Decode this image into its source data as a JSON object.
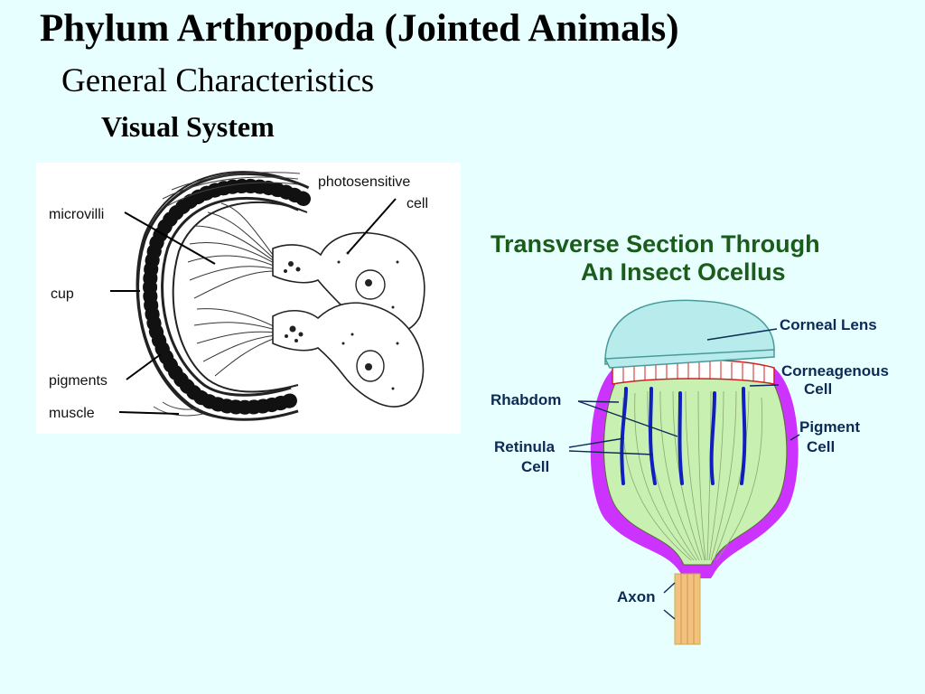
{
  "slide": {
    "title": "Phylum Arthropoda (Jointed Animals)",
    "subtitle": "General Characteristics",
    "section": "Visual System"
  },
  "left_diagram": {
    "labels": {
      "photosensitive_1": "photosensitive",
      "photosensitive_2": "cell",
      "microvilli": "microvilli",
      "cup": "cup",
      "pigments": "pigments",
      "muscle": "muscle"
    }
  },
  "right_diagram": {
    "title_line1": "Transverse Section Through",
    "title_line2": "An Insect Ocellus",
    "labels": {
      "corneal_lens": "Corneal Lens",
      "corneagenous_1": "Corneagenous",
      "corneagenous_2": "Cell",
      "rhabdom": "Rhabdom",
      "pigment_1": "Pigment",
      "pigment_2": "Cell",
      "retinula_1": "Retinula",
      "retinula_2": "Cell",
      "axon": "Axon"
    },
    "colors": {
      "lens": "#b8ecec",
      "pigment": "#cc33ff",
      "retina": "#c8f0b0",
      "rhabdom": "#1020c0",
      "corneagenous": "#cc2222",
      "axon": "#f2c080",
      "title": "#1a5c1a",
      "label": "#0c2a55"
    }
  }
}
